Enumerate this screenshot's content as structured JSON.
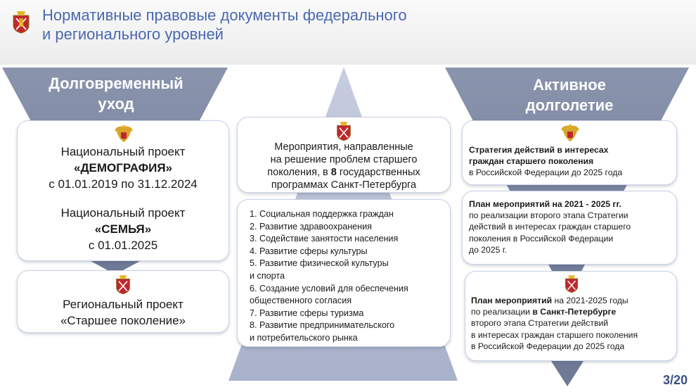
{
  "header": {
    "title_line1": "Нормативные правовые документы федерального",
    "title_line2": "и регионального уровней"
  },
  "left": {
    "heading_line1": "Долговременный",
    "heading_line2": "уход",
    "project1_title": "Национальный проект",
    "project1_name": "«ДЕМОГРАФИЯ»",
    "project1_dates": "с 01.01.2019 по 31.12.2024",
    "project2_title": "Национальный проект",
    "project2_name": "«СЕМЬЯ»",
    "project2_dates": "с 01.01.2025",
    "regional_title": "Региональный проект",
    "regional_name": "«Старшее поколение»"
  },
  "center": {
    "intro_line1": "Мероприятия,  направленные",
    "intro_line2": "на решение проблем  старшего",
    "intro_line3_a": "поколения,  в ",
    "intro_line3_b": "8",
    "intro_line3_c": " государственных",
    "intro_line4": "программах  Санкт-Петербурга",
    "programs": [
      "1. Социальная поддержка граждан",
      "2. Развитие здравоохранения",
      "3. Содействие занятости населения",
      "4. Развитие сферы культуры",
      "5. Развитие физической культуры",
      "и спорта",
      "6. Создание условий для обеспечения",
      "общественного согласия",
      "7. Развитие сферы туризма",
      "8. Развитие предпринимательского",
      "и потребительского рынка"
    ]
  },
  "right": {
    "heading_line1": "Активное",
    "heading_line2": "долголетие",
    "strategy_bold1": "Стратегия действий в интересах",
    "strategy_bold2": "граждан старшего поколения",
    "strategy_rest": "в Российской Федерации до 2025 года",
    "plan_bold": "План мероприятий на 2021 - 2025 гг.",
    "plan_lines": [
      "по реализации второго этапа Стратегии",
      "действий в интересах граждан старшего",
      "поколения в Российской Федерации",
      "до 2025 г."
    ],
    "spb_bold": "План мероприятий",
    "spb_rest1": " на 2021-2025 годы",
    "spb_line2_a": "по реализации ",
    "spb_line2_b": "в Санкт-Петербурге",
    "spb_lines": [
      "второго этапа Стратегии действий",
      "в интересах граждан старшего поколения",
      "в Российской Федерации до 2025 года"
    ]
  },
  "footer": {
    "page": "3/20"
  },
  "colors": {
    "accent": "#4a68b0",
    "gray_shape": "#8b95ad",
    "light_shape": "#b9c1d6",
    "page_number": "#3b4f86"
  },
  "icons": [
    "spb-coat-of-arms-icon",
    "russia-coat-of-arms-icon"
  ]
}
